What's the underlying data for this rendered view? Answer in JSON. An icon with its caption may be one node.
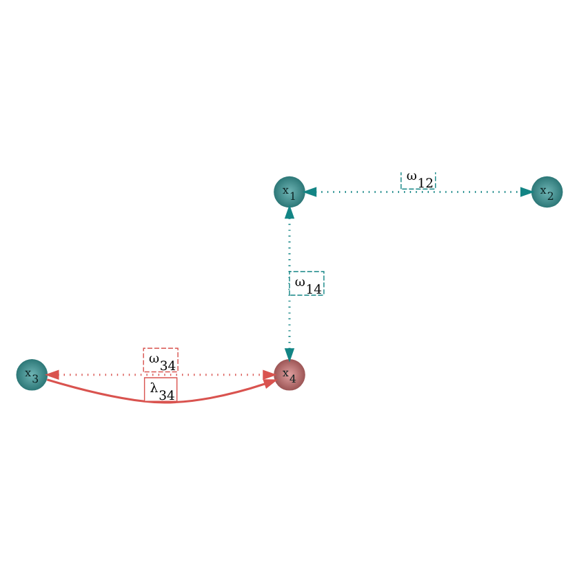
{
  "diagram": {
    "nodes": [
      {
        "text": [
          "x$_{1}$"
        ]
      },
      {
        "text": [
          "x$_{2}$"
        ]
      },
      {
        "text": [
          "x$_{3}$"
        ]
      },
      {
        "text": [
          "x$_{4}$"
        ]
      }
    ],
    "edges": [
      {
        "from": 0,
        "to": 1,
        "arrow": "both",
        "label": "ω$_{12}$",
        "style": "dashed",
        "color": "#138585"
      },
      {
        "from": 0,
        "to": 3,
        "arrow": "both",
        "label": "ω$_{14}$",
        "style": "dashed",
        "color": "#138585"
      },
      {
        "from": 2,
        "to": 3,
        "arrow": "to",
        "label": "λ$_{34}$",
        "color": "#d9534f"
      },
      {
        "from": 2,
        "to": 3,
        "arrow": "both",
        "label": "ω$_{34}$",
        "style": "dashed",
        "color": "#d9534f"
      }
    ]
  }
}
